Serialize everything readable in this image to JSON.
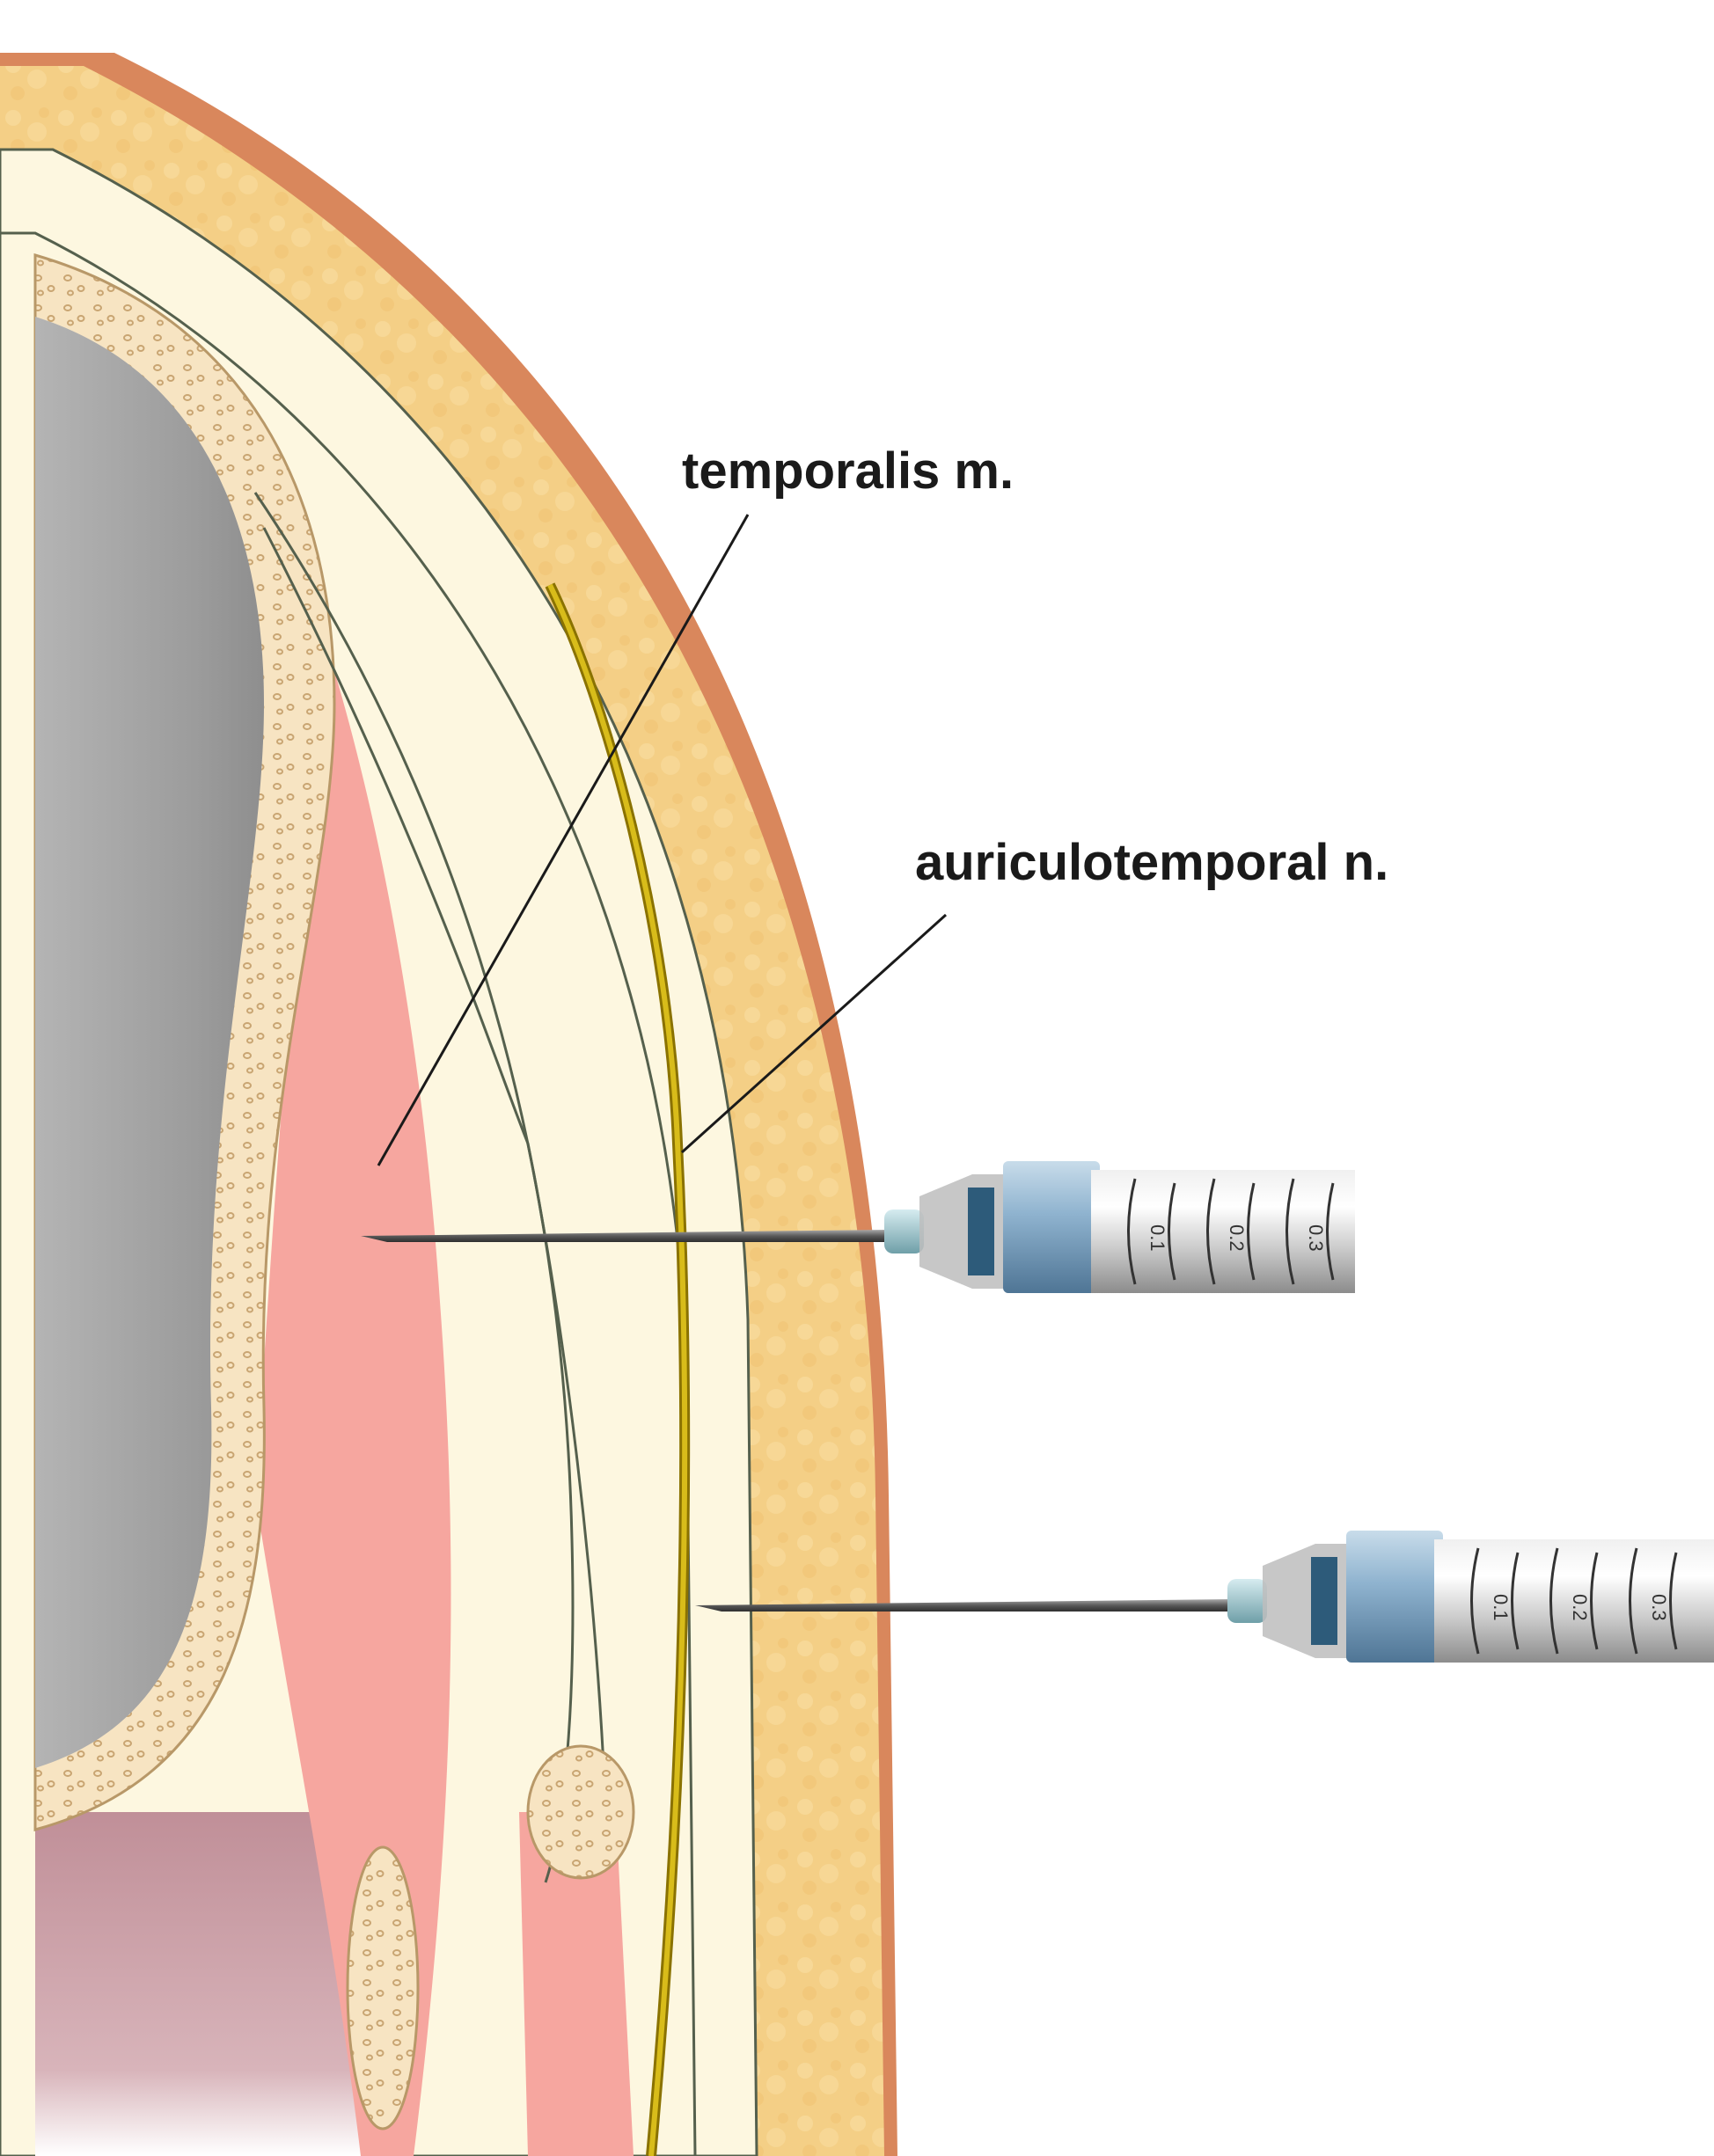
{
  "labels": {
    "temporalis": "temporalis m.",
    "auriculotemporal": "auriculotemporal n."
  },
  "syringe_scale": [
    "0.1",
    "0.2",
    "0.3"
  ],
  "colors": {
    "skin_edge": "#d9875c",
    "subcutaneous_fat": "#f4cf86",
    "fascia": "#fdf7e0",
    "muscle": "#f6a69f",
    "bone": "#f7e4c2",
    "brain_gray": "#a4a4a4",
    "nerve": "#c8a800",
    "deep_tissue": "#c59aa2"
  }
}
